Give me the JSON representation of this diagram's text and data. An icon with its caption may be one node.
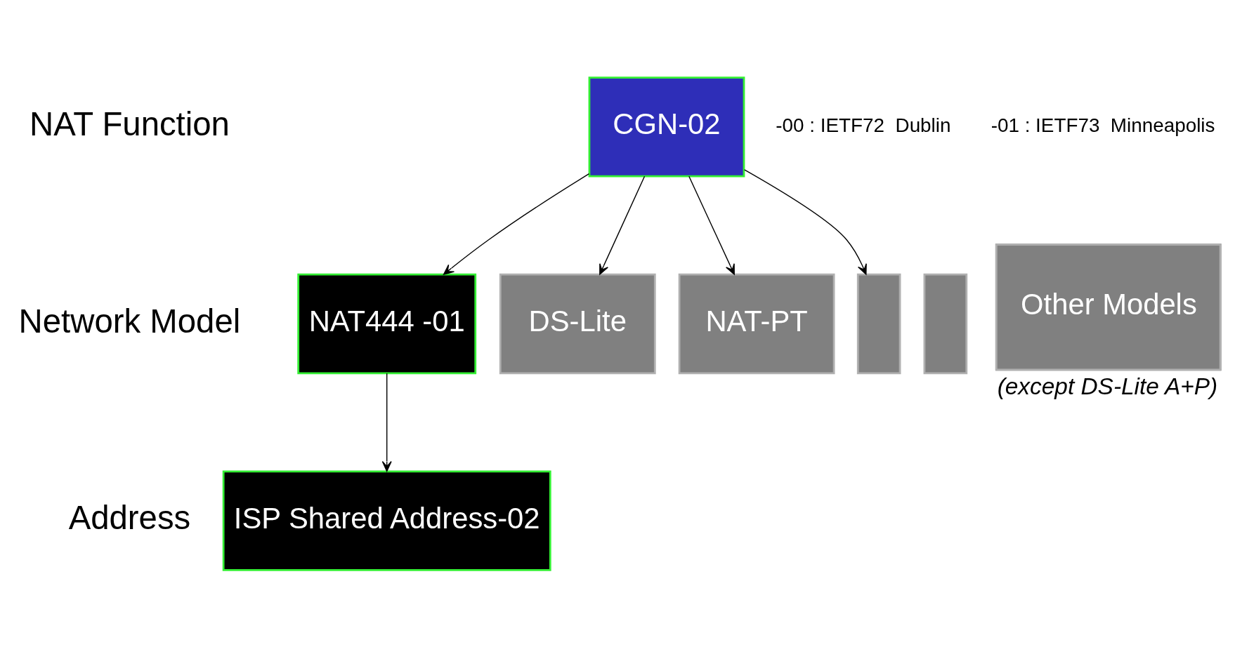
{
  "diagram": {
    "nodes": [
      {
        "text": [
          "CGN-02"
        ]
      },
      {
        "text": [
          "NAT444 -01"
        ]
      },
      {
        "text": [
          "DS-Lite"
        ]
      },
      {
        "text": [
          "NAT-PT"
        ]
      },
      {
        "text": [],
        "shape": "box"
      },
      {
        "text": [],
        "shape": "box"
      },
      {
        "text": [
          "Other Models"
        ],
        "beside": [
          "(except DS-Lite A+P)"
        ]
      },
      {
        "text": [
          "ISP Shared Address-02"
        ]
      }
    ],
    "edges": [
      {
        "from": 0,
        "to": 1,
        "arrow": "to"
      },
      {
        "from": 0,
        "to": 2,
        "arrow": "to"
      },
      {
        "from": 0,
        "to": 3,
        "arrow": "to"
      },
      {
        "from": 0,
        "to": 4,
        "arrow": "to"
      },
      {
        "from": 1,
        "to": 7,
        "arrow": "to"
      }
    ],
    "labels": [
      "NAT Function",
      "-00 : IETF72  Dublin",
      "-01 : IETF73  Minneapolis",
      "Network Model",
      "Address"
    ]
  }
}
